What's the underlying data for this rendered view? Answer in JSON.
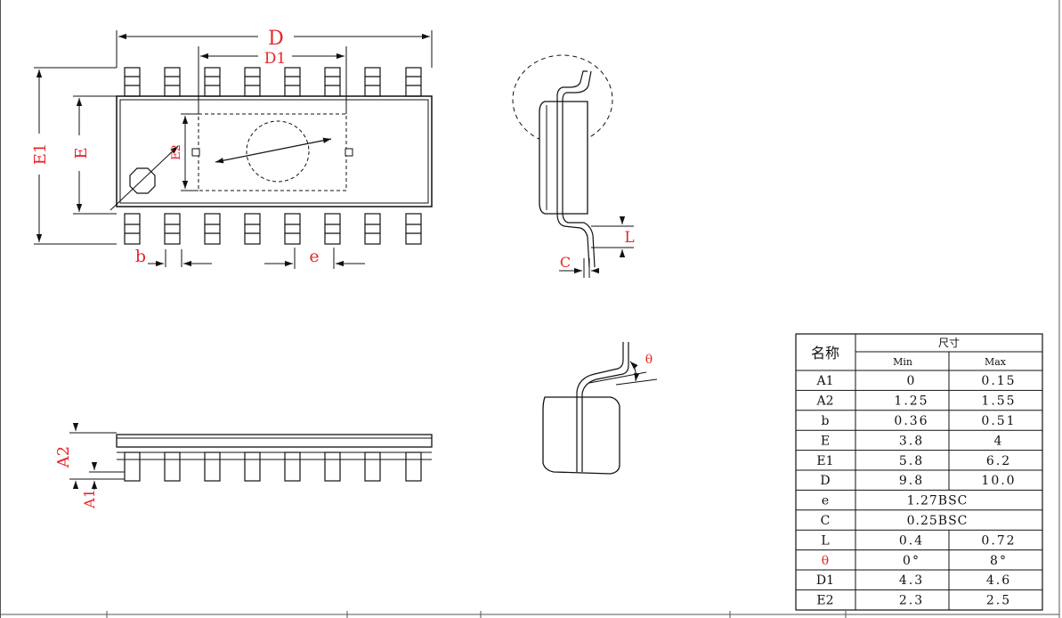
{
  "top_view": {
    "labels": {
      "D": "D",
      "D1": "D1",
      "E": "E",
      "E1": "E1",
      "E2": "E2",
      "b": "b",
      "e": "e"
    }
  },
  "side_view": {
    "labels": {
      "L": "L",
      "C": "C"
    }
  },
  "front_view": {
    "labels": {
      "A1": "A1",
      "A2": "A2"
    }
  },
  "detail_view": {
    "labels": {
      "theta": "θ"
    }
  },
  "dimension_table": {
    "header_name": "名称",
    "header_size": "尺寸",
    "col_min": "Min",
    "col_max": "Max",
    "rows": [
      {
        "name": "A1",
        "min": "0",
        "max": "0.15"
      },
      {
        "name": "A2",
        "min": "1.25",
        "max": "1.55"
      },
      {
        "name": "b",
        "min": "0.36",
        "max": "0.51"
      },
      {
        "name": "E",
        "min": "3.8",
        "max": "4"
      },
      {
        "name": "E1",
        "min": "5.8",
        "max": "6.2"
      },
      {
        "name": "D",
        "min": "9.8",
        "max": "10.0"
      },
      {
        "name": "e",
        "span": "1.27BSC"
      },
      {
        "name": "C",
        "span": "0.25BSC"
      },
      {
        "name": "L",
        "min": "0.4",
        "max": "0.72"
      },
      {
        "name": "θ",
        "min": "0°",
        "max": "8°"
      },
      {
        "name": "D1",
        "min": "4.3",
        "max": "4.6"
      },
      {
        "name": "E2",
        "min": "2.3",
        "max": "2.5"
      }
    ]
  },
  "colors": {
    "dimension_label": "#e8262b",
    "line": "#111111"
  }
}
